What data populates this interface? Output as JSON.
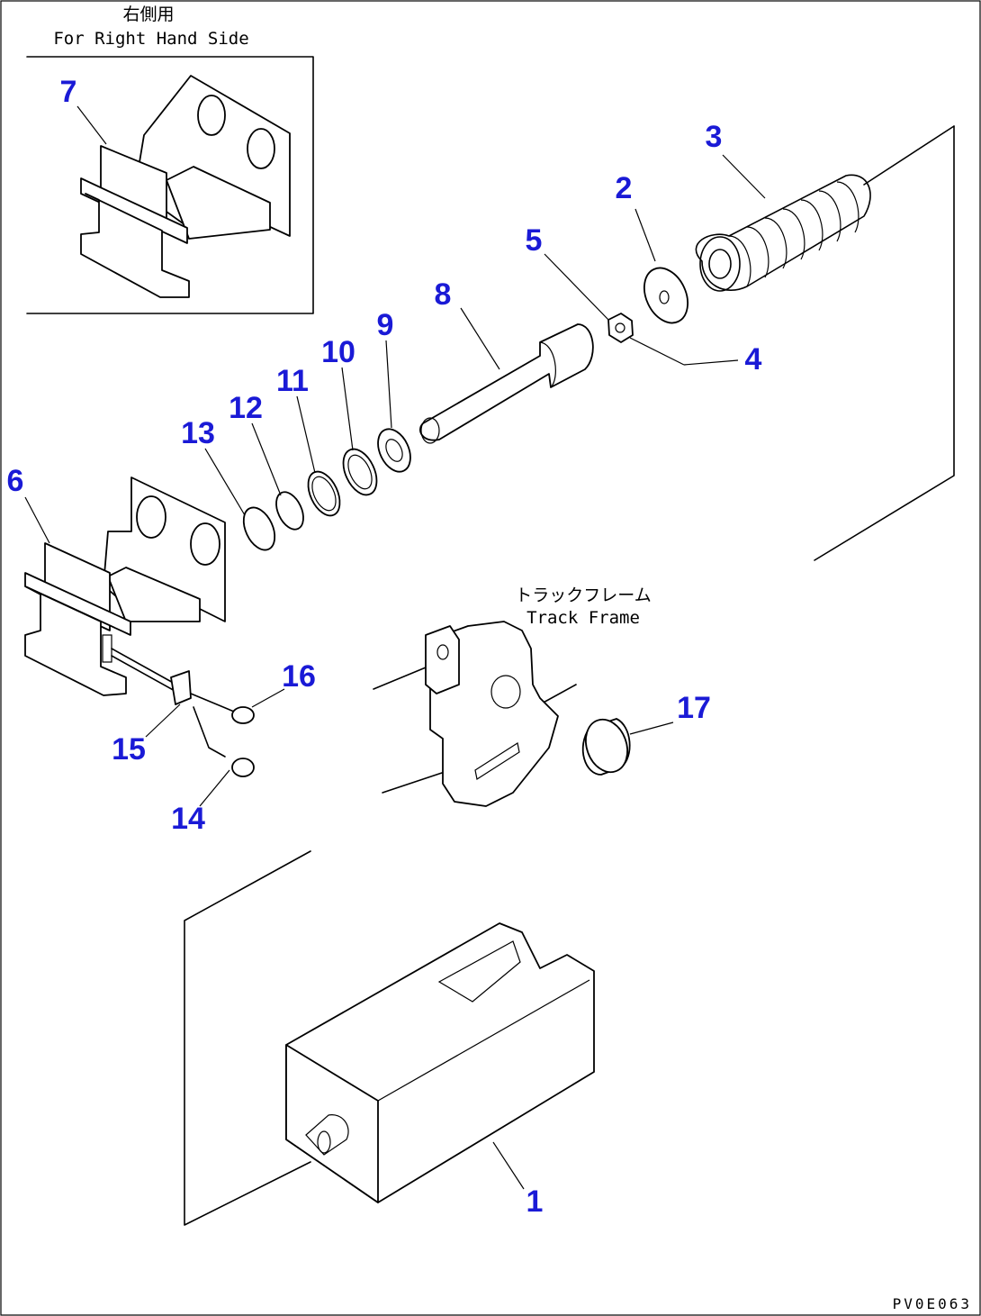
{
  "inset": {
    "title_jp": "右側用",
    "title_en": "For Right Hand Side"
  },
  "frame_label": {
    "jp": "トラックフレーム",
    "en": "Track Frame"
  },
  "drawing_code": "PV0E063",
  "callouts": [
    "1",
    "2",
    "3",
    "4",
    "5",
    "6",
    "7",
    "8",
    "9",
    "10",
    "11",
    "12",
    "13",
    "14",
    "15",
    "16",
    "17"
  ]
}
